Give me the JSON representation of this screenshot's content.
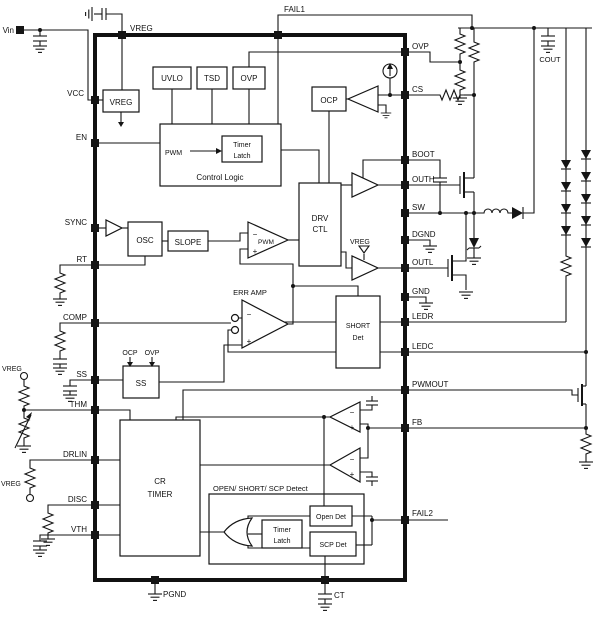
{
  "pins": {
    "top": [
      "VREG",
      "FAIL1"
    ],
    "left": [
      "VCC",
      "EN",
      "SYNC",
      "RT",
      "COMP",
      "SS",
      "THM",
      "DRLIN",
      "DISC",
      "VTH"
    ],
    "right": [
      "OVP",
      "CS",
      "BOOT",
      "OUTH",
      "SW",
      "DGND",
      "OUTL",
      "GND",
      "LEDR",
      "LEDC",
      "PWMOUT",
      "FB",
      "FAIL2"
    ],
    "bottom": [
      "PGND",
      "CT"
    ]
  },
  "labels": {
    "vin": "Vin",
    "cout": "COUT",
    "vreg": "VREG",
    "uvlo": "UVLO",
    "tsd": "TSD",
    "ovp": "OVP",
    "ocp": "OCP",
    "pwm": "PWM",
    "timer": "Timer",
    "latch": "Latch",
    "control_logic": "Control Logic",
    "osc": "OSC",
    "slope": "SLOPE",
    "drv": "DRV",
    "ctl": "CTL",
    "err_amp": "ERR AMP",
    "ss": "SS",
    "short": "SHORT",
    "det": "Det",
    "cr": "CR",
    "timer_caps": "TIMER",
    "detect_title": "OPEN/ SHORT/ SCP Detect",
    "open_det": "Open Det",
    "scp_det": "SCP Det",
    "plus": "+",
    "minus": "−"
  }
}
